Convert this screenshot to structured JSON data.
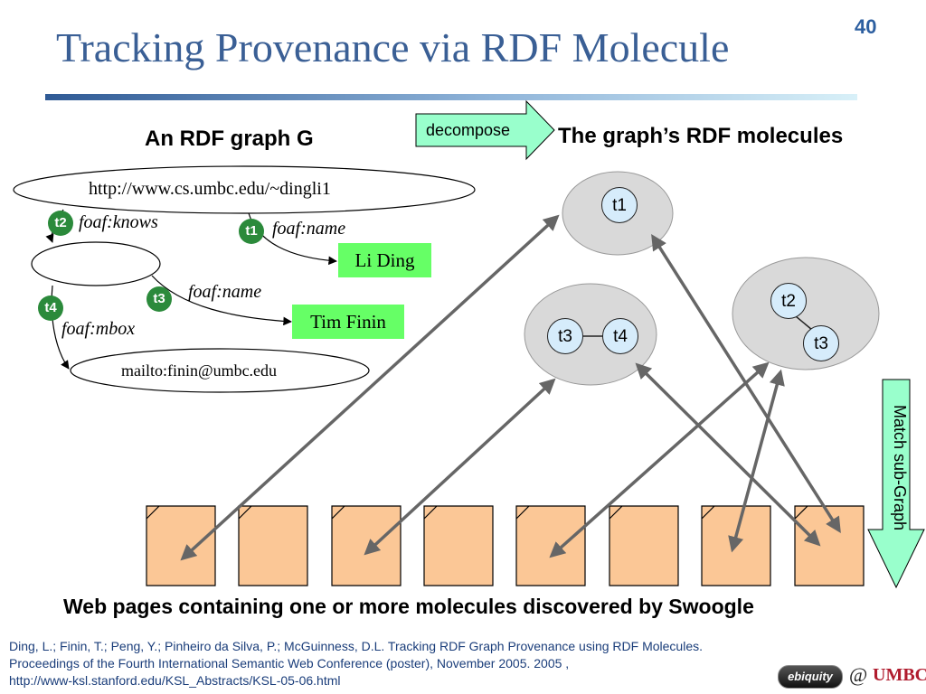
{
  "slide": {
    "title": "Tracking Provenance via RDF Molecule",
    "number": "40"
  },
  "left_panel": {
    "heading": "An RDF graph G",
    "uri_node": "http://www.cs.umbc.edu/~dingli1",
    "mailto_node": "mailto:finin@umbc.edu",
    "literal_name": "Li Ding",
    "literal_name2": "Tim Finin",
    "edges": {
      "knows": "foaf:knows",
      "name1": "foaf:name",
      "name2": "foaf:name",
      "mbox": "foaf:mbox"
    },
    "badges": {
      "t1": "t1",
      "t2": "t2",
      "t3": "t3",
      "t4": "t4"
    }
  },
  "decompose_label": "decompose",
  "right_panel": {
    "heading": "The graph’s RDF molecules",
    "molecules": [
      {
        "nodes": [
          "t1"
        ]
      },
      {
        "nodes": [
          "t3",
          "t4"
        ]
      },
      {
        "nodes": [
          "t2",
          "t3"
        ]
      }
    ]
  },
  "match_label": "Match sub-Graph",
  "pages_caption": "Web pages containing one or more molecules discovered by Swoogle",
  "citation": [
    "Ding, L.; Finin, T.; Peng, Y.; Pinheiro da Silva, P.; McGuinness, D.L. Tracking RDF Graph Provenance using RDF Molecules.",
    "Proceedings of the Fourth International Semantic Web Conference (poster), November 2005. 2005 ,",
    "http://www-ksl.stanford.edu/KSL_Abstracts/KSL-05-06.html"
  ],
  "logos": {
    "ebiquity": "ebiquity",
    "at": "@",
    "umbc": "UMBC"
  },
  "colors": {
    "title": "#3a5f95",
    "literal_fill": "#66ff66",
    "badge": "#2b8a3b",
    "molecule_fill": "#d9d9d9",
    "node_fill": "#d6ecfb",
    "page_fill": "#fbc796",
    "arrow_fill": "#99ffcc",
    "link_arrow": "#666666"
  }
}
